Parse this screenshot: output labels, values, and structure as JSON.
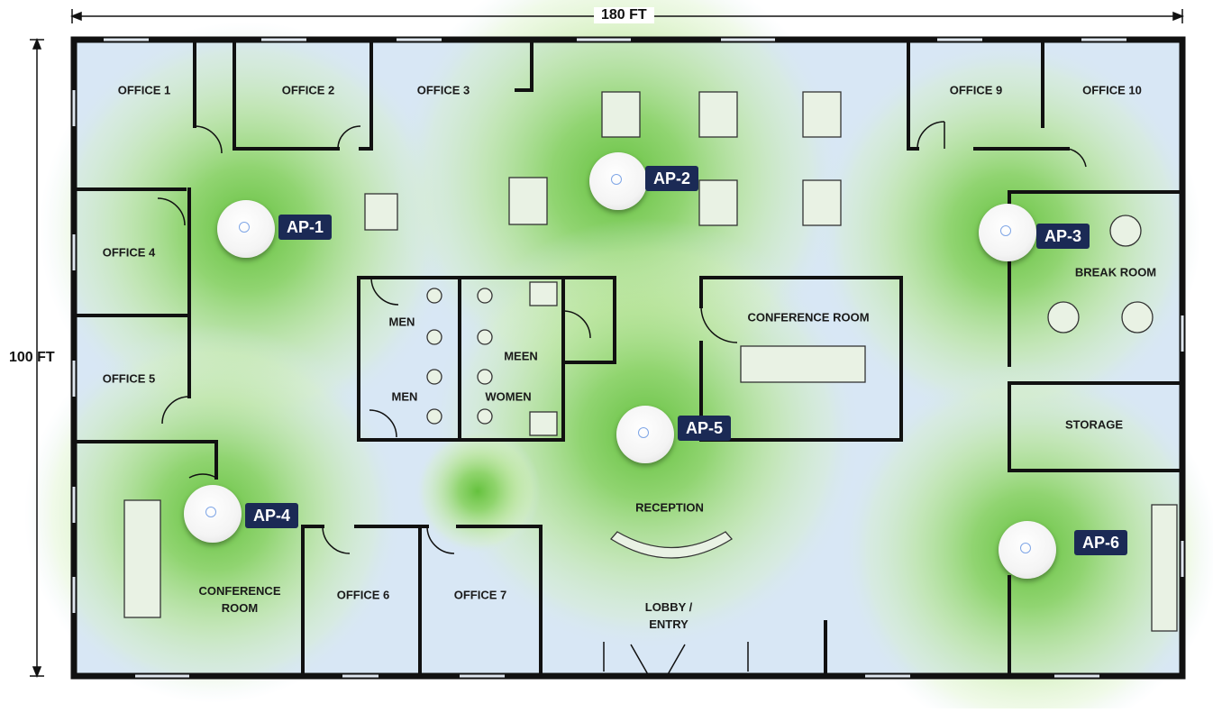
{
  "dimensions": {
    "width_label": "180 FT",
    "height_label": "100 FT"
  },
  "rooms": [
    {
      "id": "office-1",
      "label": "OFFICE 1"
    },
    {
      "id": "office-2",
      "label": "OFFICE 2"
    },
    {
      "id": "office-3",
      "label": "OFFICE 3"
    },
    {
      "id": "office-4",
      "label": "OFFICE 4"
    },
    {
      "id": "office-5",
      "label": "OFFICE 5"
    },
    {
      "id": "office-6",
      "label": "OFFICE 6"
    },
    {
      "id": "office-7",
      "label": "OFFICE 7"
    },
    {
      "id": "office-9",
      "label": "OFFICE 9"
    },
    {
      "id": "office-10",
      "label": "OFFICE 10"
    },
    {
      "id": "break-room",
      "label": "BREAK ROOM"
    },
    {
      "id": "storage",
      "label": "STORAGE"
    },
    {
      "id": "conference-room-center",
      "label": "CONFERENCE ROOM"
    },
    {
      "id": "conference-room-left",
      "label": "CONFERENCE ROOM"
    },
    {
      "id": "reception",
      "label": "RECEPTION"
    },
    {
      "id": "lobby",
      "label": "LOBBY / ENTRY"
    },
    {
      "id": "men-1",
      "label": "MEN"
    },
    {
      "id": "men-2",
      "label": "MEEN"
    },
    {
      "id": "men-3",
      "label": "MEN"
    },
    {
      "id": "women",
      "label": "WOMEN"
    }
  ],
  "access_points": [
    {
      "id": "ap-1",
      "label": "AP-1"
    },
    {
      "id": "ap-2",
      "label": "AP-2"
    },
    {
      "id": "ap-3",
      "label": "AP-3"
    },
    {
      "id": "ap-4",
      "label": "AP-4"
    },
    {
      "id": "ap-5",
      "label": "AP-5"
    },
    {
      "id": "ap-6",
      "label": "AP-6"
    }
  ],
  "colors": {
    "floor": "#d6e6f5",
    "coverage_strong": "#6cc644",
    "coverage_weak": "#c9ecb1",
    "wall": "#111111",
    "ap_tag": "#1b2a55"
  }
}
